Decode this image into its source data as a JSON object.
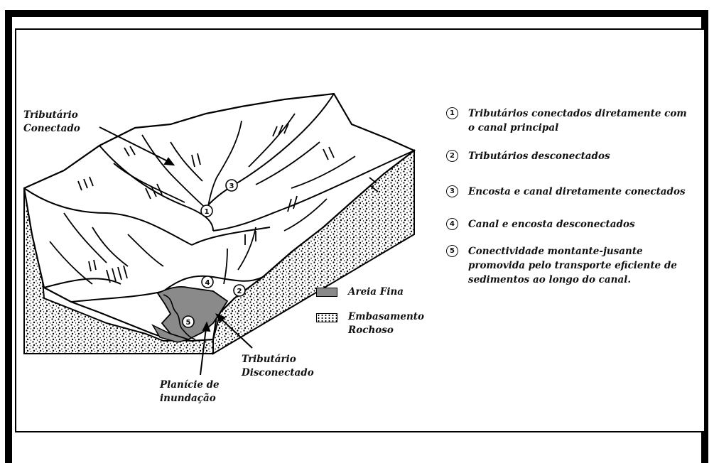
{
  "labels": {
    "connected_tributary": [
      "Tributário",
      "Conectado"
    ],
    "disconnected_tributary": [
      "Tributário",
      "Disconectado"
    ],
    "floodplain": [
      "Planície de",
      "inundação"
    ]
  },
  "key": {
    "fine_sand": "Areia Fina",
    "bedrock": [
      "Embasamento",
      "Rochoso"
    ]
  },
  "legend": [
    {
      "num": "1",
      "lines": [
        "Tributários conectados diretamente com",
        "o canal principal"
      ]
    },
    {
      "num": "2",
      "lines": [
        "Tributários desconectados"
      ]
    },
    {
      "num": "3",
      "lines": [
        "Encosta e canal diretamente conectados"
      ]
    },
    {
      "num": "4",
      "lines": [
        "Canal e encosta desconectados"
      ]
    },
    {
      "num": "5",
      "lines": [
        "Conectividade montante-jusante",
        "promovida pelo transporte eficiente de",
        "sedimentos ao longo do canal."
      ]
    }
  ],
  "markers": [
    "1",
    "2",
    "3",
    "4",
    "5"
  ],
  "colors": {
    "sand": "#8a8a8a",
    "ink": "#111111"
  }
}
